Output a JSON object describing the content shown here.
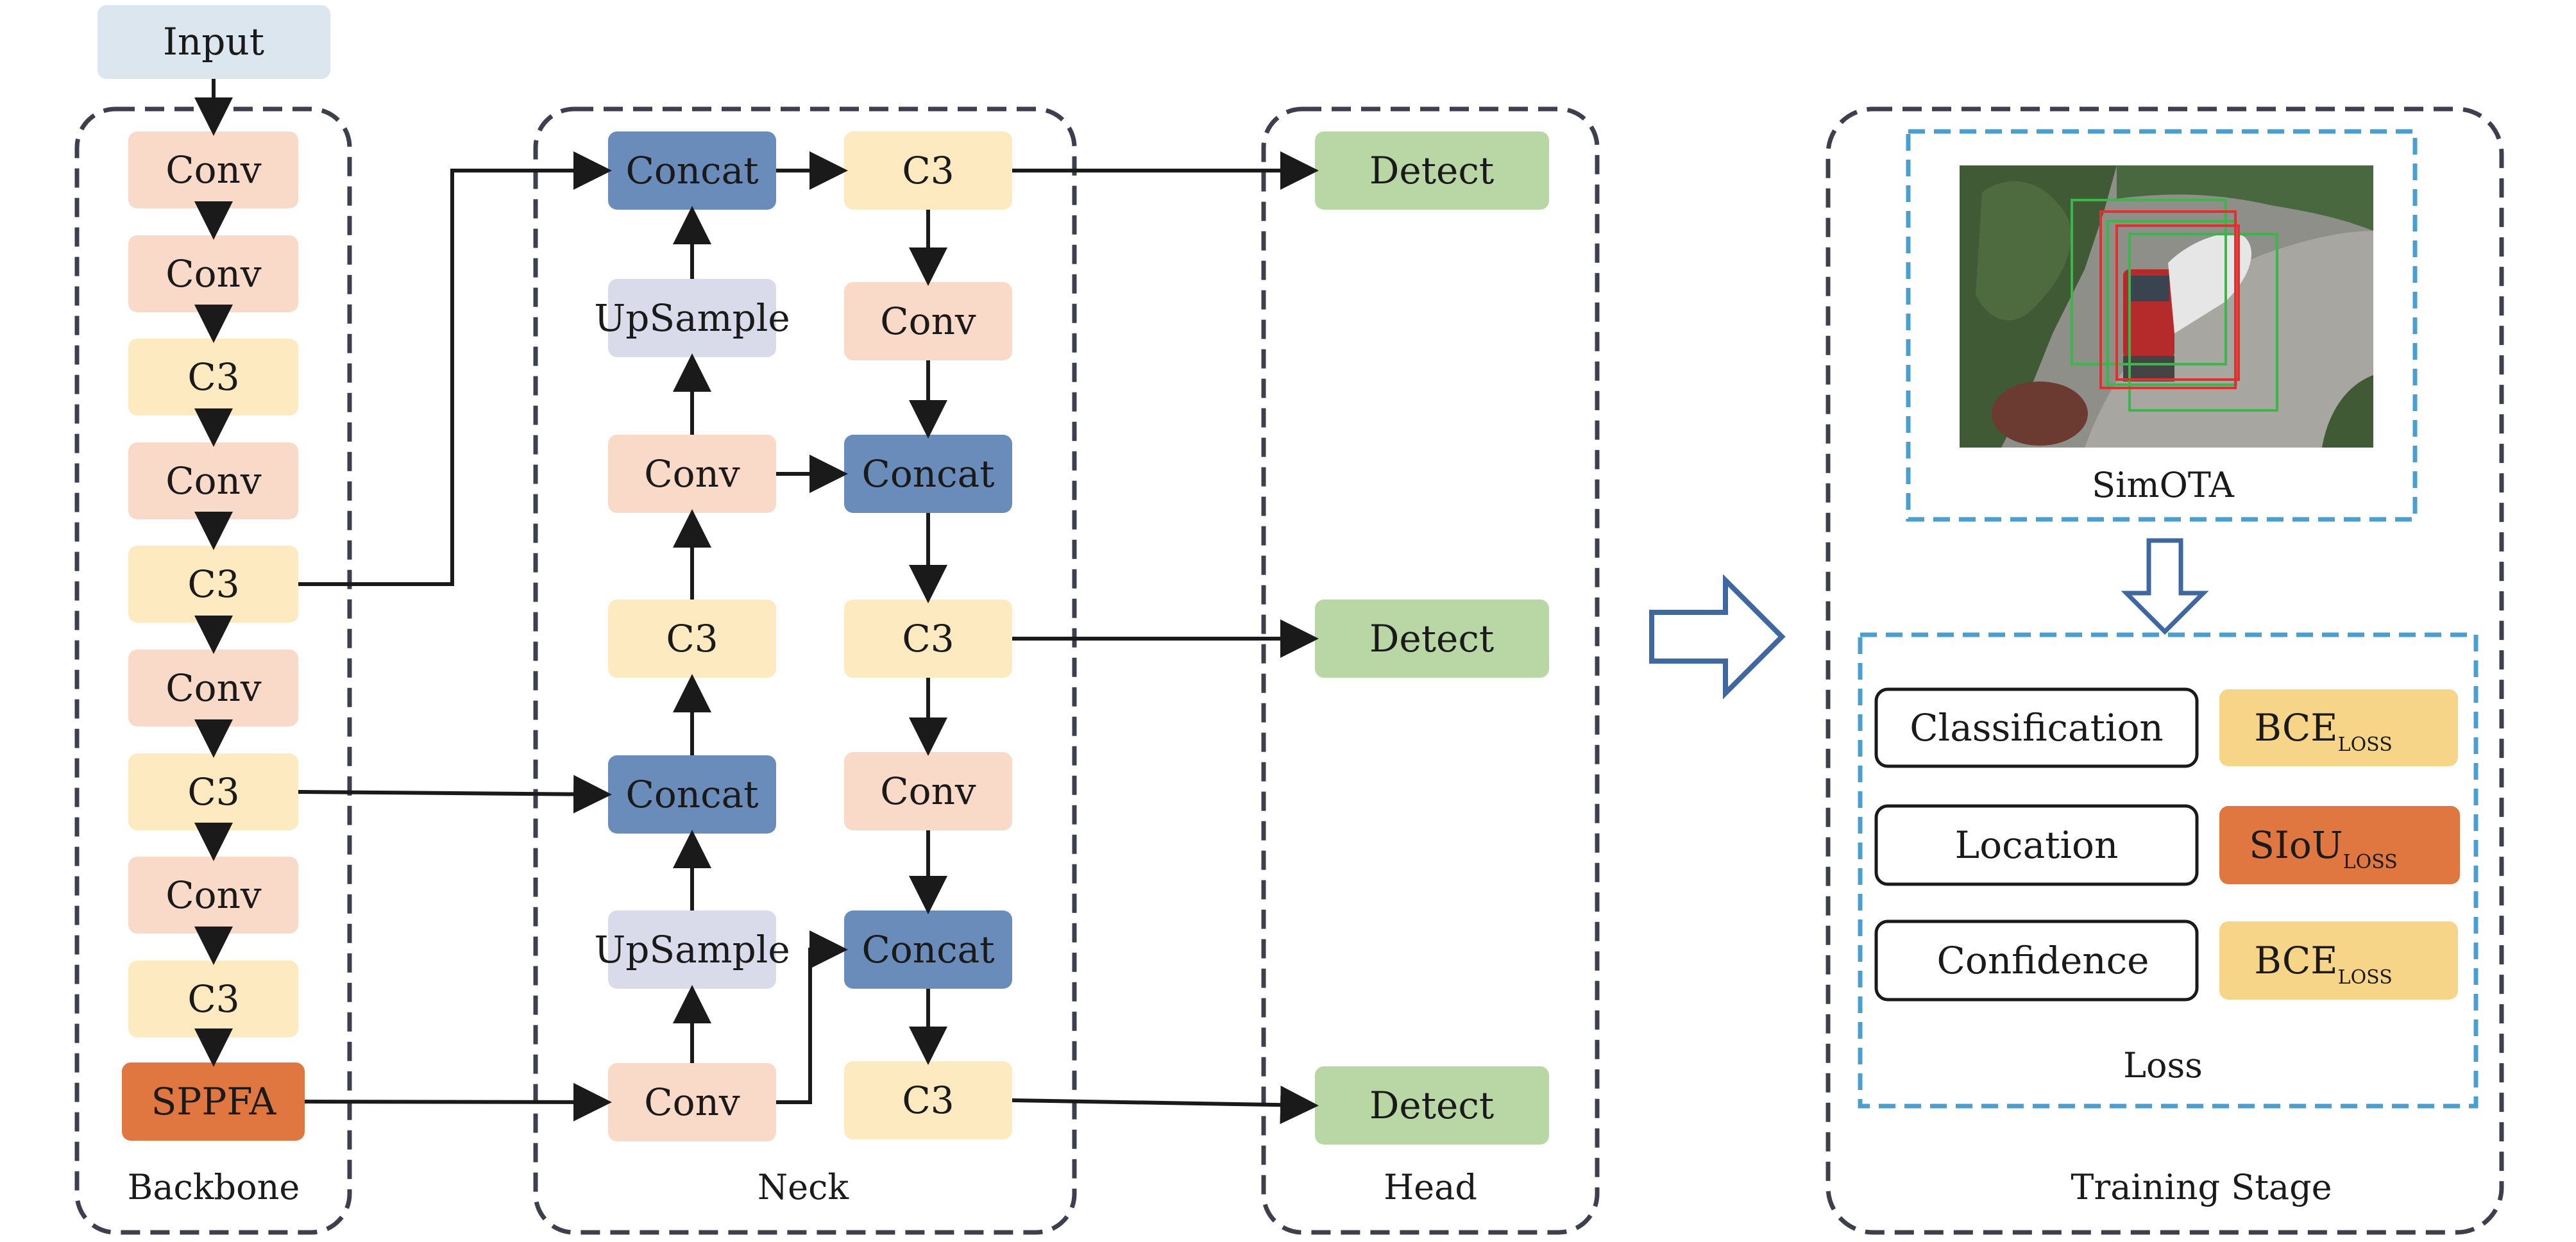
{
  "input_label": "Input",
  "backbone": {
    "title": "Backbone",
    "blocks": [
      "Conv",
      "Conv",
      "C3",
      "Conv",
      "C3",
      "Conv",
      "C3",
      "Conv",
      "C3",
      "SPPFA"
    ]
  },
  "neck": {
    "title": "Neck",
    "left_column": [
      "Concat",
      "UpSample",
      "Conv",
      "C3",
      "Concat",
      "UpSample",
      "Conv"
    ],
    "right_column": [
      "C3",
      "Conv",
      "Concat",
      "C3",
      "Conv",
      "Concat",
      "C3"
    ]
  },
  "head": {
    "title": "Head",
    "blocks": [
      "Detect",
      "Detect",
      "Detect"
    ]
  },
  "training": {
    "title": "Training Stage",
    "simota_label": "SimOTA",
    "loss_label": "Loss",
    "rows": [
      {
        "task": "Classification",
        "loss_main": "BCE",
        "loss_sub": "LOSS",
        "loss_color": "#f6d488"
      },
      {
        "task": "Location",
        "loss_main": "SIoU",
        "loss_sub": "LOSS",
        "loss_color": "#e07740"
      },
      {
        "task": "Confidence",
        "loss_main": "BCE",
        "loss_sub": "LOSS",
        "loss_color": "#f6d488"
      }
    ]
  },
  "colors": {
    "input": "#dce6ef",
    "conv": "#f9d9c8",
    "c3": "#fdeac0",
    "sppfa": "#e07740",
    "concat": "#6a8cba",
    "upsample": "#d9dbea",
    "detect": "#b9d7a4",
    "group_border": "#3d3f4c",
    "simota_border": "#4a9fcf",
    "big_arrow": "#3f67a0"
  }
}
